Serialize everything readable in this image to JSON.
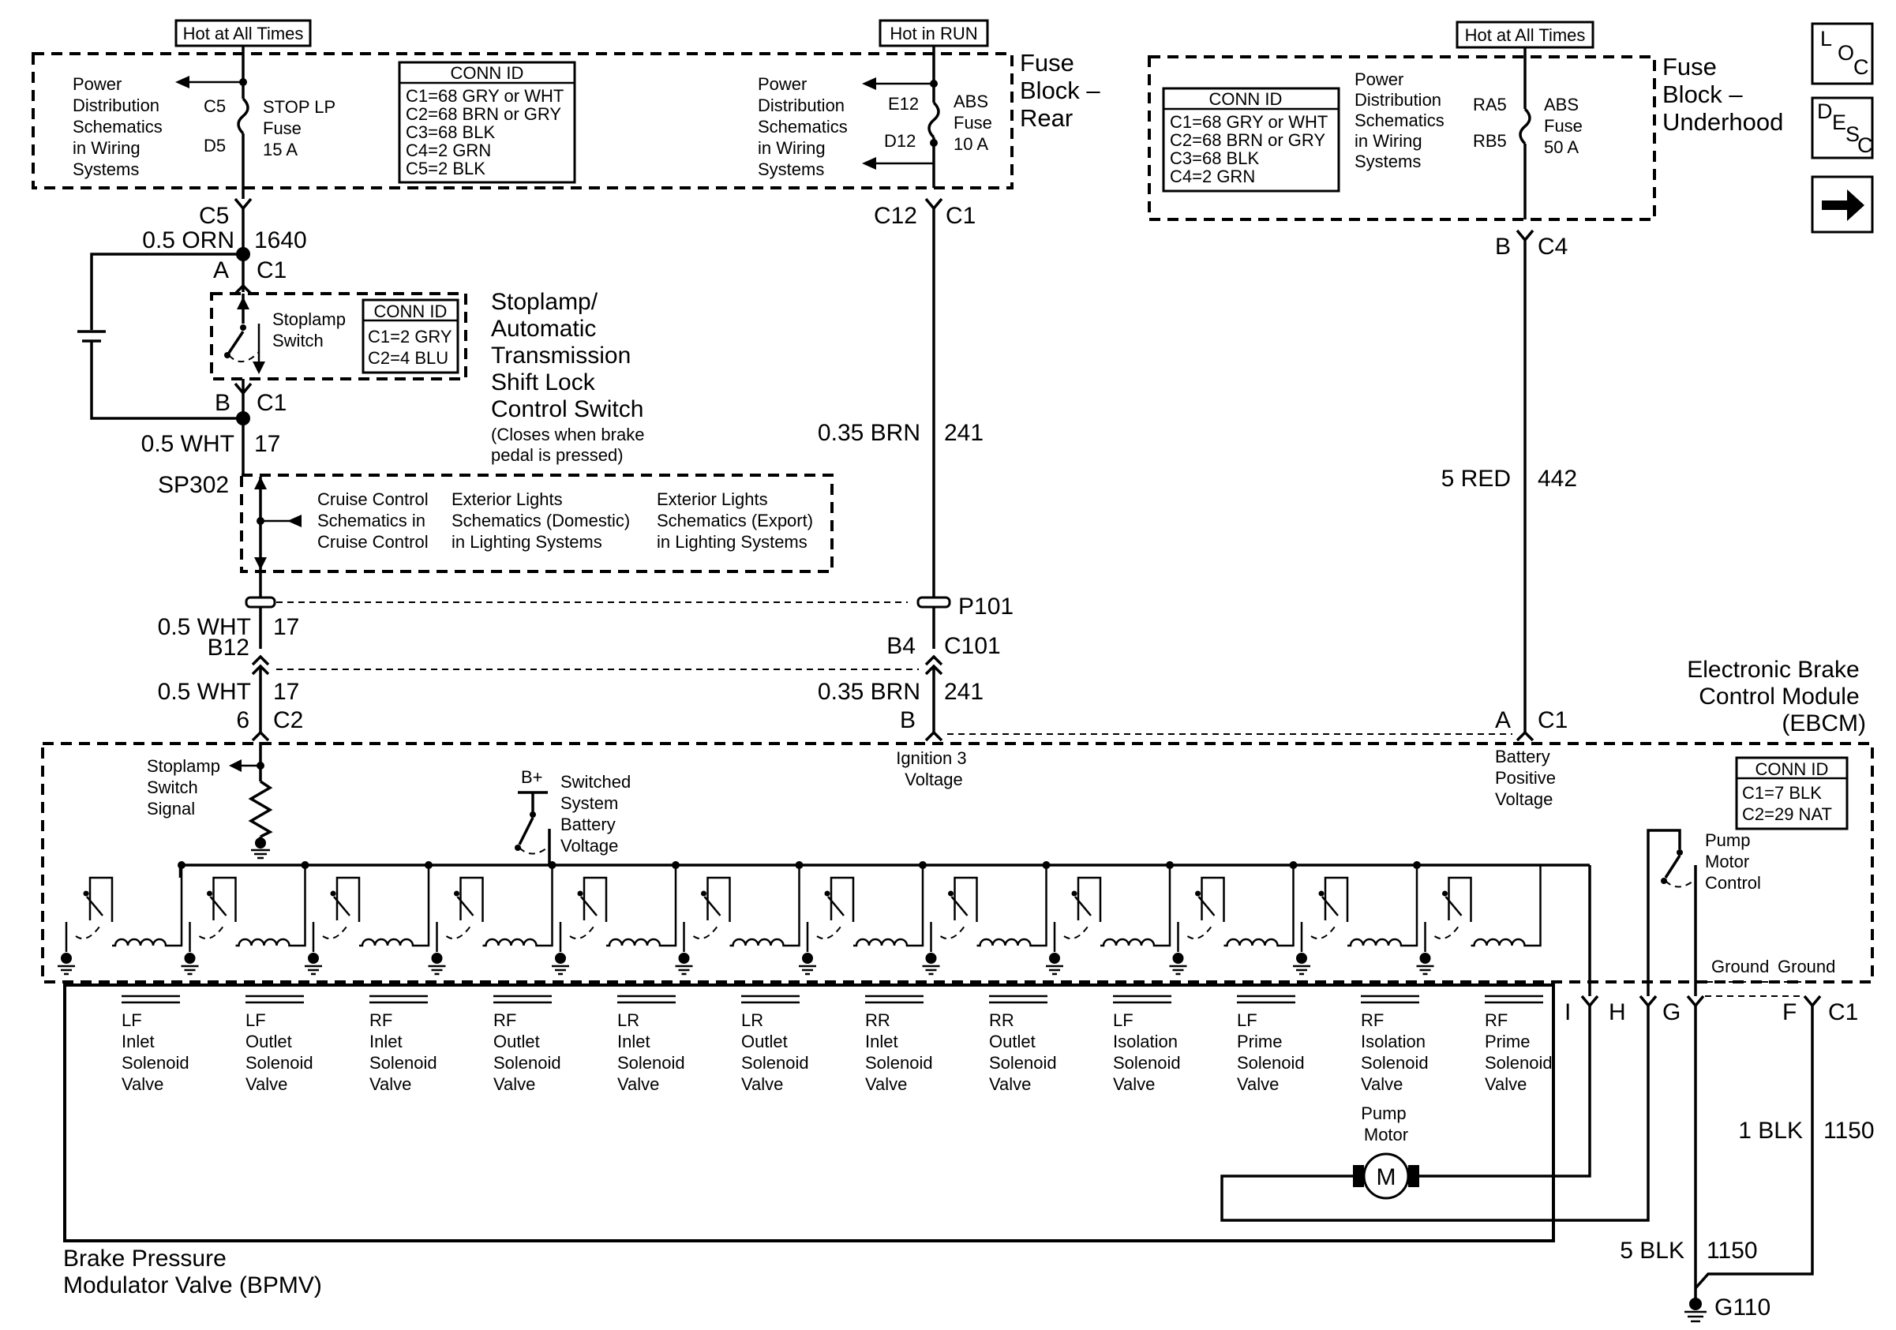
{
  "fuse_rear": {
    "hot_at_all_times": "Hot at All Times",
    "hot_in_run": "Hot in RUN",
    "label": [
      "Fuse",
      "Block –",
      "Rear"
    ],
    "power_dist_left": [
      "Power",
      "Distribution",
      "Schematics",
      "in Wiring",
      "Systems"
    ],
    "power_dist_mid": [
      "Power",
      "Distribution",
      "Schematics",
      "in Wiring",
      "Systems"
    ],
    "stop_fuse": {
      "top": "C5",
      "bottom": "D5",
      "lines": [
        "STOP LP",
        "Fuse",
        "15 A"
      ]
    },
    "abs_fuse": {
      "top": "E12",
      "bottom": "D12",
      "lines": [
        "ABS",
        "Fuse",
        "10 A"
      ]
    },
    "conn_id": {
      "title": "CONN ID",
      "lines": [
        "C1=68 GRY or WHT",
        "C2=68 BRN or GRY",
        "C3=68 BLK",
        "C4=2 GRN",
        "C5=2 BLK"
      ]
    }
  },
  "fuse_underhood": {
    "hot_at_all_times": "Hot at All Times",
    "label": [
      "Fuse",
      "Block –",
      "Underhood"
    ],
    "power_dist": [
      "Power",
      "Distribution",
      "Schematics",
      "in Wiring",
      "Systems"
    ],
    "abs_fuse": {
      "top": "RA5",
      "bottom": "RB5",
      "lines": [
        "ABS",
        "Fuse",
        "50 A"
      ]
    },
    "conn_id": {
      "title": "CONN ID",
      "lines": [
        "C1=68 GRY or WHT",
        "C2=68 BRN or GRY",
        "C3=68 BLK",
        "C4=2 GRN"
      ]
    }
  },
  "nav_icons": {
    "loc": [
      "L",
      "O",
      "C"
    ],
    "desc": [
      "D",
      "E",
      "S",
      "C"
    ]
  },
  "left_circuit": {
    "c5": "C5",
    "wire1": "0.5 ORN",
    "circuit1": "1640",
    "pinA": "A",
    "c1a": "C1",
    "switch_label": [
      "Stoplamp",
      "Switch"
    ],
    "switch_conn": {
      "title": "CONN ID",
      "lines": [
        "C1=2 GRY",
        "C2=4 BLU"
      ]
    },
    "title": [
      "Stoplamp/",
      "Automatic",
      "Transmission",
      "Shift Lock",
      "Control Switch"
    ],
    "note": [
      "(Closes when brake",
      "pedal is pressed)"
    ],
    "pinB": "B",
    "c1b": "C1",
    "wire2": "0.5 WHT",
    "circuit2": "17",
    "splice": "SP302",
    "refs": [
      [
        "Cruise Control",
        "Schematics in",
        "Cruise Control"
      ],
      [
        "Exterior Lights",
        "Schematics (Domestic)",
        "in Lighting Systems"
      ],
      [
        "Exterior Lights",
        "Schematics (Export)",
        "in Lighting Systems"
      ]
    ],
    "wire3": "0.5 WHT",
    "circuit3": "17",
    "pin_b12": "B12",
    "wire4": "0.5 WHT",
    "circuit4": "17",
    "pin6": "6",
    "c2": "C2"
  },
  "mid_circuit": {
    "c12": "C12",
    "c1": "C1",
    "wire": "0.35 BRN",
    "circuit": "241",
    "p101": "P101",
    "pin_b4": "B4",
    "c101": "C101",
    "wire2": "0.35 BRN",
    "circuit2": "241",
    "pinB": "B"
  },
  "right_circuit": {
    "pinB": "B",
    "c4": "C4",
    "wire": "5 RED",
    "circuit": "442",
    "pinA": "A",
    "c1": "C1"
  },
  "ebcm": {
    "title": [
      "Electronic Brake",
      "Control Module",
      "(EBCM)"
    ],
    "stoplamp_signal": [
      "Stoplamp",
      "Switch",
      "Signal"
    ],
    "bplus": "B+",
    "switched": [
      "Switched",
      "System",
      "Battery",
      "Voltage"
    ],
    "ignition": [
      "Ignition 3",
      "Voltage"
    ],
    "battery": [
      "Battery",
      "Positive",
      "Voltage"
    ],
    "conn_id": {
      "title": "CONN ID",
      "lines": [
        "C1=7 BLK",
        "C2=29 NAT"
      ]
    },
    "pump_control": [
      "Pump",
      "Motor",
      "Control"
    ],
    "ground1": "Ground",
    "ground2": "Ground"
  },
  "bottom_pins": {
    "i": "I",
    "h": "H",
    "g": "G",
    "f": "F",
    "c1": "C1"
  },
  "bpmv": {
    "valves": [
      [
        "LF",
        "Inlet",
        "Solenoid",
        "Valve"
      ],
      [
        "LF",
        "Outlet",
        "Solenoid",
        "Valve"
      ],
      [
        "RF",
        "Inlet",
        "Solenoid",
        "Valve"
      ],
      [
        "RF",
        "Outlet",
        "Solenoid",
        "Valve"
      ],
      [
        "LR",
        "Inlet",
        "Solenoid",
        "Valve"
      ],
      [
        "LR",
        "Outlet",
        "Solenoid",
        "Valve"
      ],
      [
        "RR",
        "Inlet",
        "Solenoid",
        "Valve"
      ],
      [
        "RR",
        "Outlet",
        "Solenoid",
        "Valve"
      ],
      [
        "LF",
        "Isolation",
        "Solenoid",
        "Valve"
      ],
      [
        "LF",
        "Prime",
        "Solenoid",
        "Valve"
      ],
      [
        "RF",
        "Isolation",
        "Solenoid",
        "Valve"
      ],
      [
        "RF",
        "Prime",
        "Solenoid",
        "Valve"
      ]
    ],
    "pump_motor": [
      "Pump",
      "Motor"
    ],
    "motor_symbol": "M",
    "title": [
      "Brake Pressure",
      "Modulator Valve (BPMV)"
    ]
  },
  "ground_wires": {
    "wire1": "1 BLK",
    "circuit1": "1150",
    "wire2": "5 BLK",
    "circuit2": "1150",
    "ground": "G110"
  }
}
